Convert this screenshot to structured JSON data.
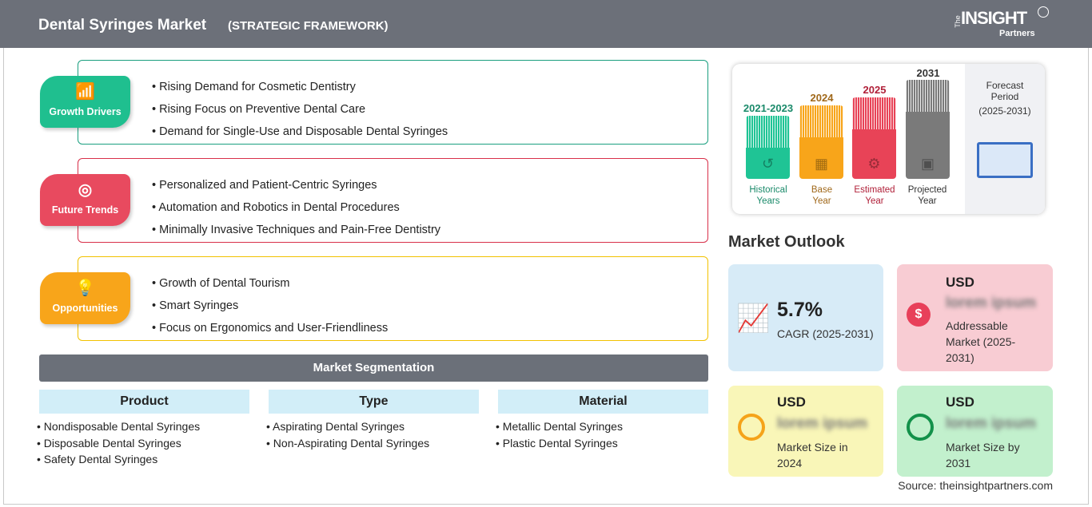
{
  "header": {
    "title": "Dental Syringes Market",
    "subtitle": "(STRATEGIC FRAMEWORK)",
    "logo": {
      "the": "The",
      "insight": "INSIGHT",
      "partners": "Partners"
    }
  },
  "colors": {
    "growth": "#1fbf8f",
    "trends": "#e84a5f",
    "opportunities": "#f8a51a",
    "header": "#6c7079"
  },
  "framework": [
    {
      "label": "Growth Drivers",
      "icon": "growth-chart-icon",
      "items": [
        "Rising Demand for Cosmetic Dentistry",
        "Rising Focus on Preventive Dental Care",
        "Demand for Single-Use and Disposable Dental Syringes"
      ]
    },
    {
      "label": "Future Trends",
      "icon": "target-icon",
      "items": [
        "Personalized and Patient-Centric Syringes",
        "Automation and Robotics in Dental Procedures",
        "Minimally Invasive Techniques and Pain-Free Dentistry"
      ]
    },
    {
      "label": "Opportunities",
      "icon": "lightbulb-hand-icon",
      "items": [
        "Growth of Dental Tourism",
        "Smart Syringes",
        "Focus on Ergonomics and User-Friendliness"
      ]
    }
  ],
  "segmentation": {
    "title": "Market Segmentation",
    "columns": [
      {
        "header": "Product",
        "items": [
          "Nondisposable Dental Syringes",
          "Disposable Dental Syringes",
          "Safety Dental Syringes"
        ]
      },
      {
        "header": "Type",
        "items": [
          "Aspirating Dental Syringes",
          "Non-Aspirating Dental Syringes"
        ]
      },
      {
        "header": "Material",
        "items": [
          "Metallic Dental Syringes",
          "Plastic Dental Syringes"
        ]
      }
    ]
  },
  "timeline": {
    "periods": [
      {
        "year": "2021-2023",
        "line1": "Historical",
        "line2": "Years",
        "color": "#1fc495",
        "text": "#1a8a6a"
      },
      {
        "year": "2024",
        "line1": "Base",
        "line2": "Year",
        "color": "#f8a51a",
        "text": "#a0681a"
      },
      {
        "year": "2025",
        "line1": "Estimated",
        "line2": "Year",
        "color": "#e84357",
        "text": "#b01f38"
      },
      {
        "year": "2031",
        "line1": "Projected",
        "line2": "Year",
        "color": "#7a7a7a",
        "text": "#333333"
      }
    ],
    "forecast": {
      "line1": "Forecast",
      "line2": "Period",
      "line3": "(2025-2031)"
    }
  },
  "outlook": {
    "title": "Market Outlook",
    "cagr": {
      "value": "5.7%",
      "label": "CAGR (2025-2031)"
    },
    "addressable": {
      "currency": "USD",
      "value": "lorem ipsum",
      "label": "Addressable Market (2025-2031)"
    },
    "size2024": {
      "currency": "USD",
      "value": "lorem ipsum",
      "label": "Market Size in 2024"
    },
    "size2031": {
      "currency": "USD",
      "value": "lorem ipsum",
      "label": "Market Size by 2031"
    }
  },
  "source": "Source: theinsightpartners.com"
}
